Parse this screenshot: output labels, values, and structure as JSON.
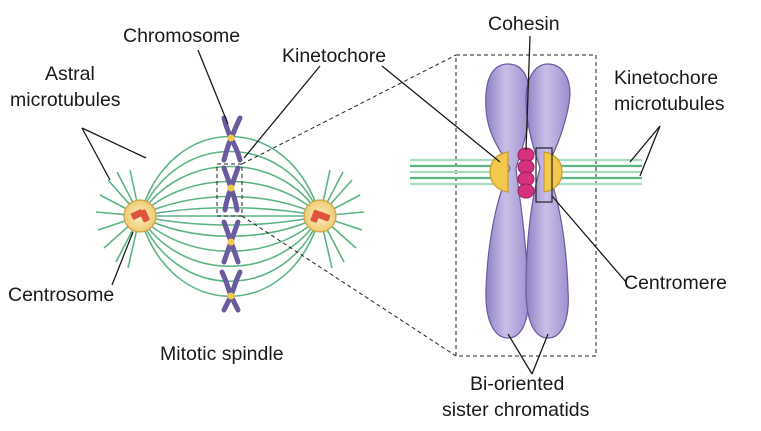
{
  "diagram": {
    "labels": {
      "chromosome": "Chromosome",
      "astral_line1": "Astral",
      "astral_line2": "microtubules",
      "kinetochore": "Kinetochore",
      "centrosome": "Centrosome",
      "mitotic_spindle": "Mitotic spindle",
      "cohesin": "Cohesin",
      "kt_mt_line1": "Kinetochore",
      "kt_mt_line2": "microtubules",
      "centromere": "Centromere",
      "bi_line1": "Bi-oriented",
      "bi_line2": "sister chromatids"
    },
    "colors": {
      "microtubule": "#5cb483",
      "chromatid": "#a99bd3",
      "chromatid_dark": "#6a5a9e",
      "centrosome_fill": "#f3da92",
      "centriole": "#e0533c",
      "kinetochore": "#f2c94c",
      "cohesin": "#d6317f"
    }
  }
}
